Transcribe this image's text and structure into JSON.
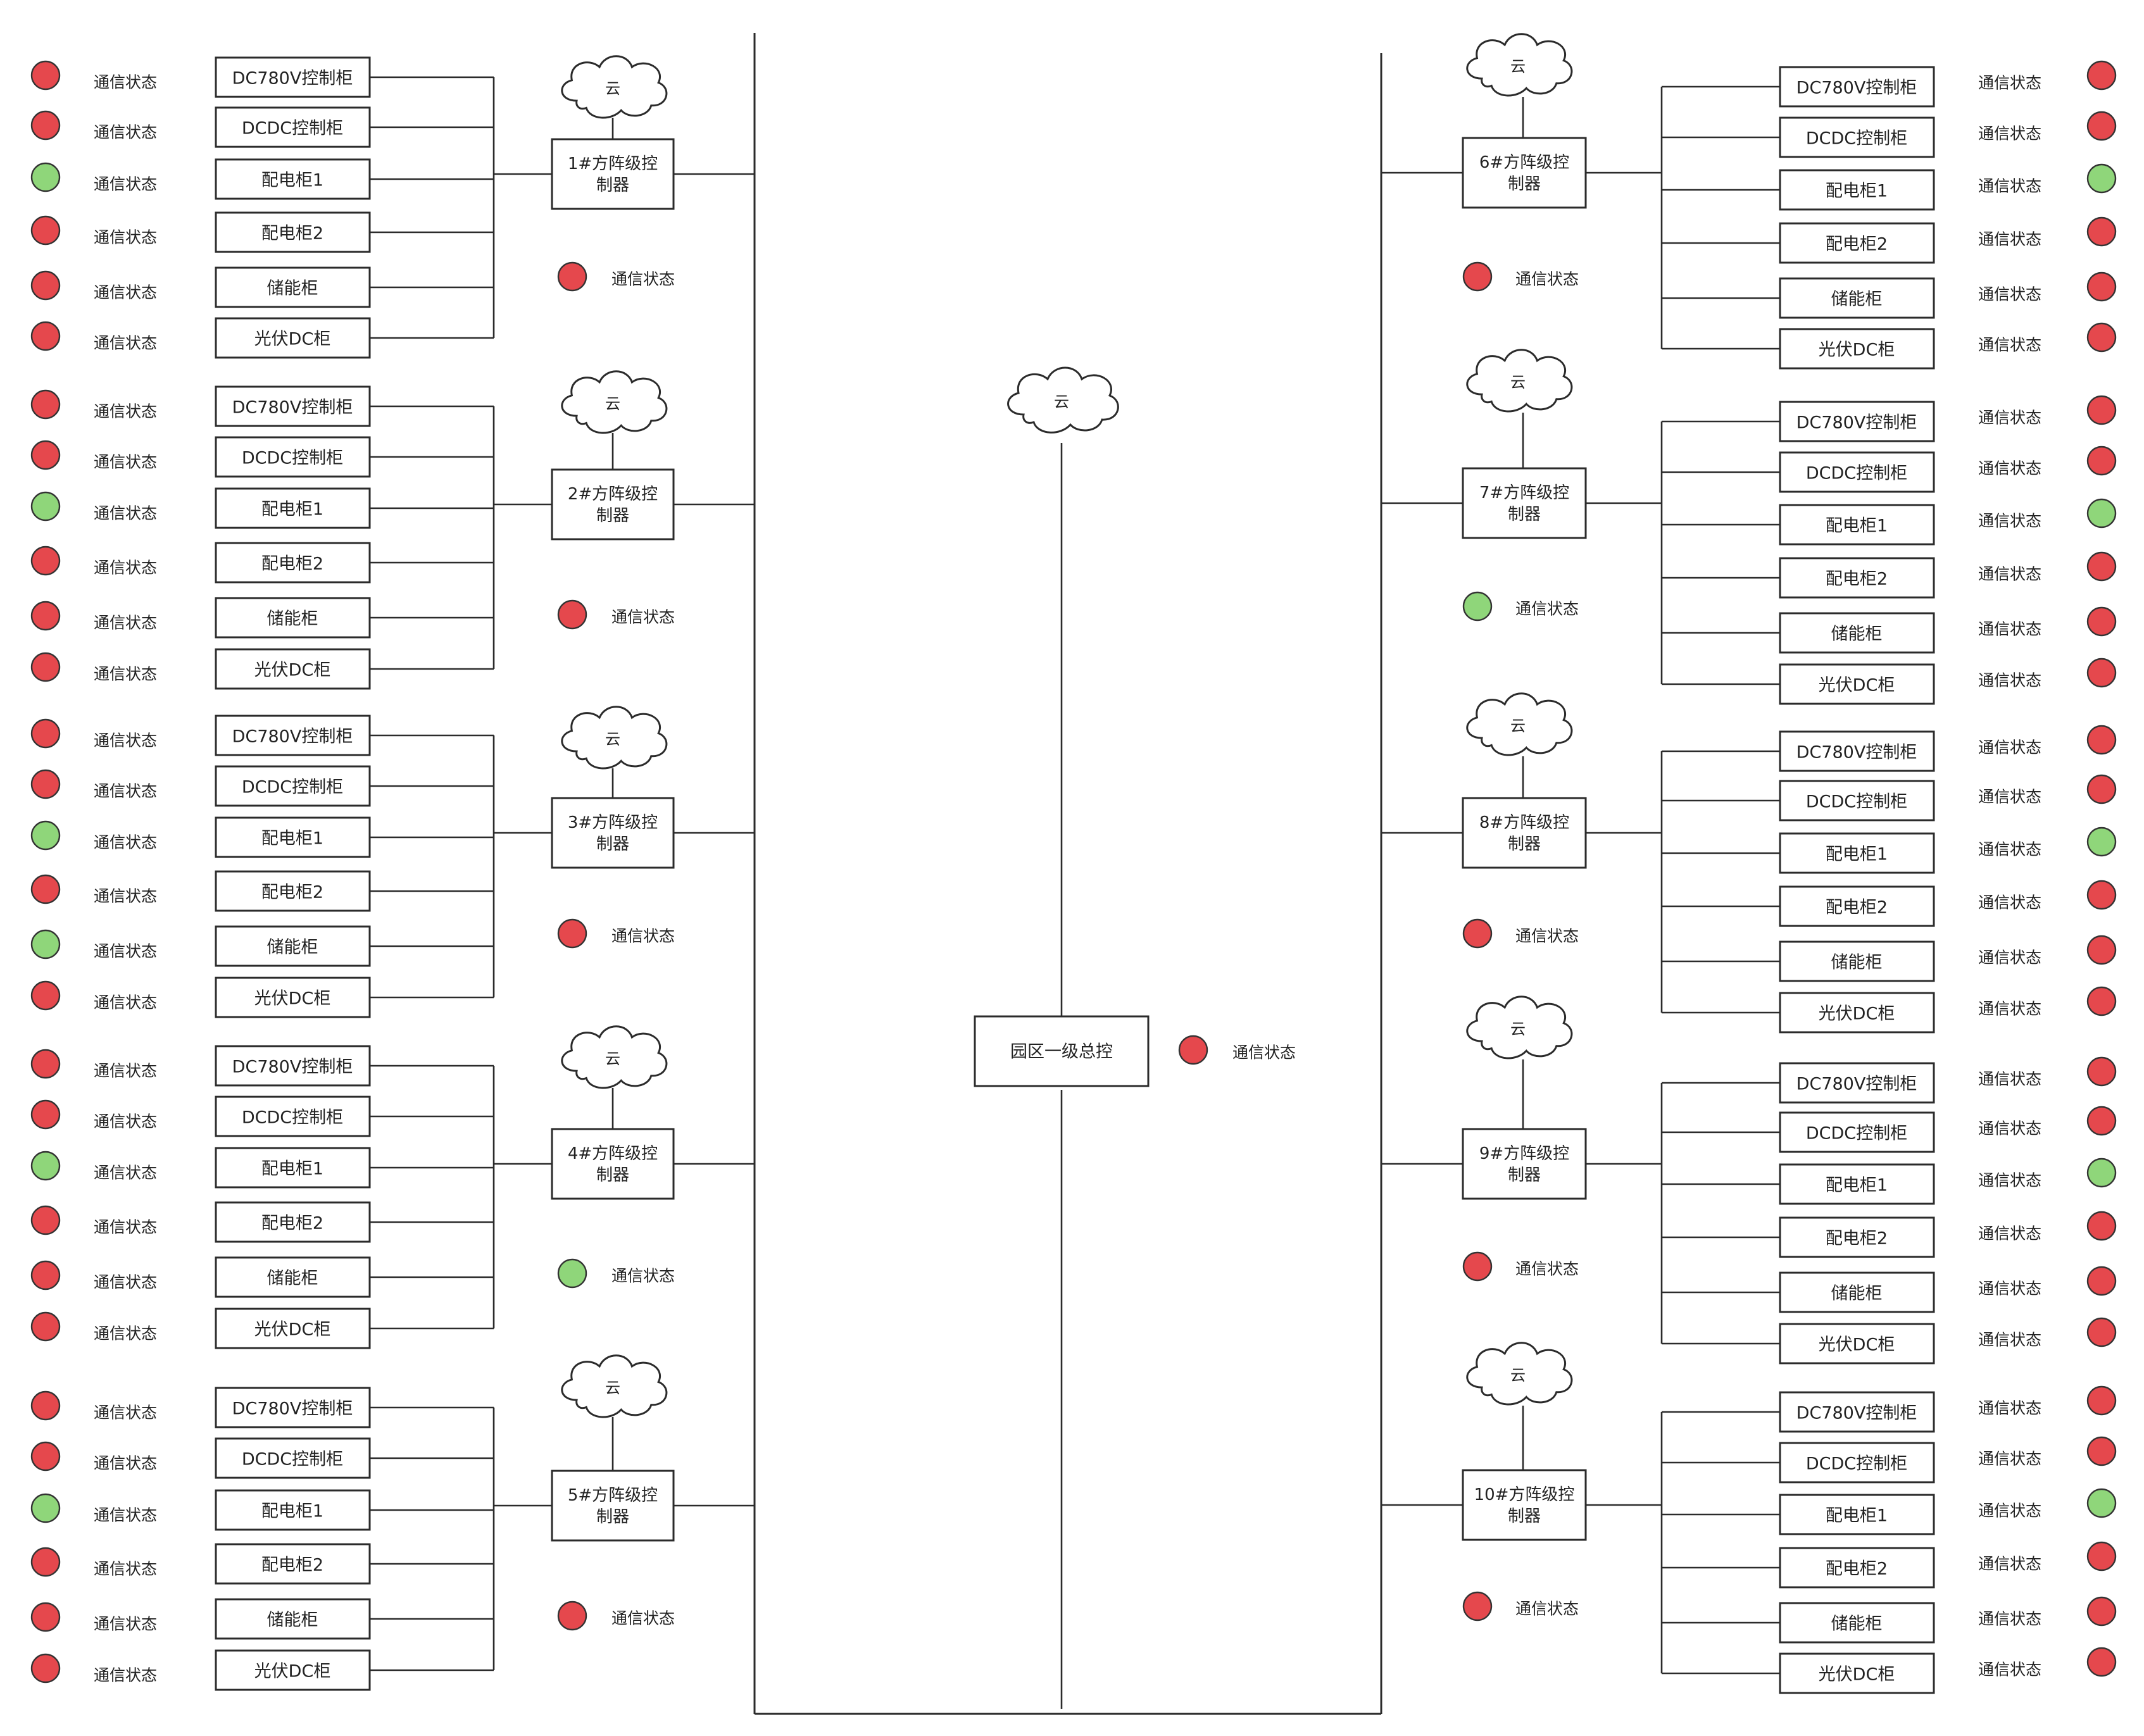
{
  "colors": {
    "ok": "#8fd67a",
    "error": "#e5484d"
  },
  "park": {
    "label": "园区一级总控",
    "cloud": "云",
    "status_label": "通信状态",
    "status": "error"
  },
  "arrays": [
    {
      "label": "1#方阵级控制器",
      "cloud": "云",
      "status_label": "通信状态",
      "status": "error",
      "cabinets": [
        {
          "label": "DC780V控制柜",
          "status_label": "通信状态",
          "status": "error"
        },
        {
          "label": "DCDC控制柜",
          "status_label": "通信状态",
          "status": "error"
        },
        {
          "label": "配电柜1",
          "status_label": "通信状态",
          "status": "ok"
        },
        {
          "label": "配电柜2",
          "status_label": "通信状态",
          "status": "error"
        },
        {
          "label": "储能柜",
          "status_label": "通信状态",
          "status": "error"
        },
        {
          "label": "光伏DC柜",
          "status_label": "通信状态",
          "status": "error"
        }
      ]
    },
    {
      "label": "2#方阵级控制器",
      "cloud": "云",
      "status_label": "通信状态",
      "status": "error",
      "cabinets": [
        {
          "label": "DC780V控制柜",
          "status_label": "通信状态",
          "status": "error"
        },
        {
          "label": "DCDC控制柜",
          "status_label": "通信状态",
          "status": "error"
        },
        {
          "label": "配电柜1",
          "status_label": "通信状态",
          "status": "ok"
        },
        {
          "label": "配电柜2",
          "status_label": "通信状态",
          "status": "error"
        },
        {
          "label": "储能柜",
          "status_label": "通信状态",
          "status": "error"
        },
        {
          "label": "光伏DC柜",
          "status_label": "通信状态",
          "status": "error"
        }
      ]
    },
    {
      "label": "3#方阵级控制器",
      "cloud": "云",
      "status_label": "通信状态",
      "status": "error",
      "cabinets": [
        {
          "label": "DC780V控制柜",
          "status_label": "通信状态",
          "status": "error"
        },
        {
          "label": "DCDC控制柜",
          "status_label": "通信状态",
          "status": "error"
        },
        {
          "label": "配电柜1",
          "status_label": "通信状态",
          "status": "ok"
        },
        {
          "label": "配电柜2",
          "status_label": "通信状态",
          "status": "error"
        },
        {
          "label": "储能柜",
          "status_label": "通信状态",
          "status": "ok"
        },
        {
          "label": "光伏DC柜",
          "status_label": "通信状态",
          "status": "error"
        }
      ]
    },
    {
      "label": "4#方阵级控制器",
      "cloud": "云",
      "status_label": "通信状态",
      "status": "ok",
      "cabinets": [
        {
          "label": "DC780V控制柜",
          "status_label": "通信状态",
          "status": "error"
        },
        {
          "label": "DCDC控制柜",
          "status_label": "通信状态",
          "status": "error"
        },
        {
          "label": "配电柜1",
          "status_label": "通信状态",
          "status": "ok"
        },
        {
          "label": "配电柜2",
          "status_label": "通信状态",
          "status": "error"
        },
        {
          "label": "储能柜",
          "status_label": "通信状态",
          "status": "error"
        },
        {
          "label": "光伏DC柜",
          "status_label": "通信状态",
          "status": "error"
        }
      ]
    },
    {
      "label": "5#方阵级控制器",
      "cloud": "云",
      "status_label": "通信状态",
      "status": "error",
      "cabinets": [
        {
          "label": "DC780V控制柜",
          "status_label": "通信状态",
          "status": "error"
        },
        {
          "label": "DCDC控制柜",
          "status_label": "通信状态",
          "status": "error"
        },
        {
          "label": "配电柜1",
          "status_label": "通信状态",
          "status": "ok"
        },
        {
          "label": "配电柜2",
          "status_label": "通信状态",
          "status": "error"
        },
        {
          "label": "储能柜",
          "status_label": "通信状态",
          "status": "error"
        },
        {
          "label": "光伏DC柜",
          "status_label": "通信状态",
          "status": "error"
        }
      ]
    },
    {
      "label": "6#方阵级控制器",
      "cloud": "云",
      "status_label": "通信状态",
      "status": "error",
      "cabinets": [
        {
          "label": "DC780V控制柜",
          "status_label": "通信状态",
          "status": "error"
        },
        {
          "label": "DCDC控制柜",
          "status_label": "通信状态",
          "status": "error"
        },
        {
          "label": "配电柜1",
          "status_label": "通信状态",
          "status": "ok"
        },
        {
          "label": "配电柜2",
          "status_label": "通信状态",
          "status": "error"
        },
        {
          "label": "储能柜",
          "status_label": "通信状态",
          "status": "error"
        },
        {
          "label": "光伏DC柜",
          "status_label": "通信状态",
          "status": "error"
        }
      ]
    },
    {
      "label": "7#方阵级控制器",
      "cloud": "云",
      "status_label": "通信状态",
      "status": "ok",
      "cabinets": [
        {
          "label": "DC780V控制柜",
          "status_label": "通信状态",
          "status": "error"
        },
        {
          "label": "DCDC控制柜",
          "status_label": "通信状态",
          "status": "error"
        },
        {
          "label": "配电柜1",
          "status_label": "通信状态",
          "status": "ok"
        },
        {
          "label": "配电柜2",
          "status_label": "通信状态",
          "status": "error"
        },
        {
          "label": "储能柜",
          "status_label": "通信状态",
          "status": "error"
        },
        {
          "label": "光伏DC柜",
          "status_label": "通信状态",
          "status": "error"
        }
      ]
    },
    {
      "label": "8#方阵级控制器",
      "cloud": "云",
      "status_label": "通信状态",
      "status": "error",
      "cabinets": [
        {
          "label": "DC780V控制柜",
          "status_label": "通信状态",
          "status": "error"
        },
        {
          "label": "DCDC控制柜",
          "status_label": "通信状态",
          "status": "error"
        },
        {
          "label": "配电柜1",
          "status_label": "通信状态",
          "status": "ok"
        },
        {
          "label": "配电柜2",
          "status_label": "通信状态",
          "status": "error"
        },
        {
          "label": "储能柜",
          "status_label": "通信状态",
          "status": "error"
        },
        {
          "label": "光伏DC柜",
          "status_label": "通信状态",
          "status": "error"
        }
      ]
    },
    {
      "label": "9#方阵级控制器",
      "cloud": "云",
      "status_label": "通信状态",
      "status": "error",
      "cabinets": [
        {
          "label": "DC780V控制柜",
          "status_label": "通信状态",
          "status": "error"
        },
        {
          "label": "DCDC控制柜",
          "status_label": "通信状态",
          "status": "error"
        },
        {
          "label": "配电柜1",
          "status_label": "通信状态",
          "status": "ok"
        },
        {
          "label": "配电柜2",
          "status_label": "通信状态",
          "status": "error"
        },
        {
          "label": "储能柜",
          "status_label": "通信状态",
          "status": "error"
        },
        {
          "label": "光伏DC柜",
          "status_label": "通信状态",
          "status": "error"
        }
      ]
    },
    {
      "label": "10#方阵级控制器",
      "cloud": "云",
      "status_label": "通信状态",
      "status": "error",
      "cabinets": [
        {
          "label": "DC780V控制柜",
          "status_label": "通信状态",
          "status": "error"
        },
        {
          "label": "DCDC控制柜",
          "status_label": "通信状态",
          "status": "error"
        },
        {
          "label": "配电柜1",
          "status_label": "通信状态",
          "status": "ok"
        },
        {
          "label": "配电柜2",
          "status_label": "通信状态",
          "status": "error"
        },
        {
          "label": "储能柜",
          "status_label": "通信状态",
          "status": "error"
        },
        {
          "label": "光伏DC柜",
          "status_label": "通信状态",
          "status": "error"
        }
      ]
    }
  ]
}
